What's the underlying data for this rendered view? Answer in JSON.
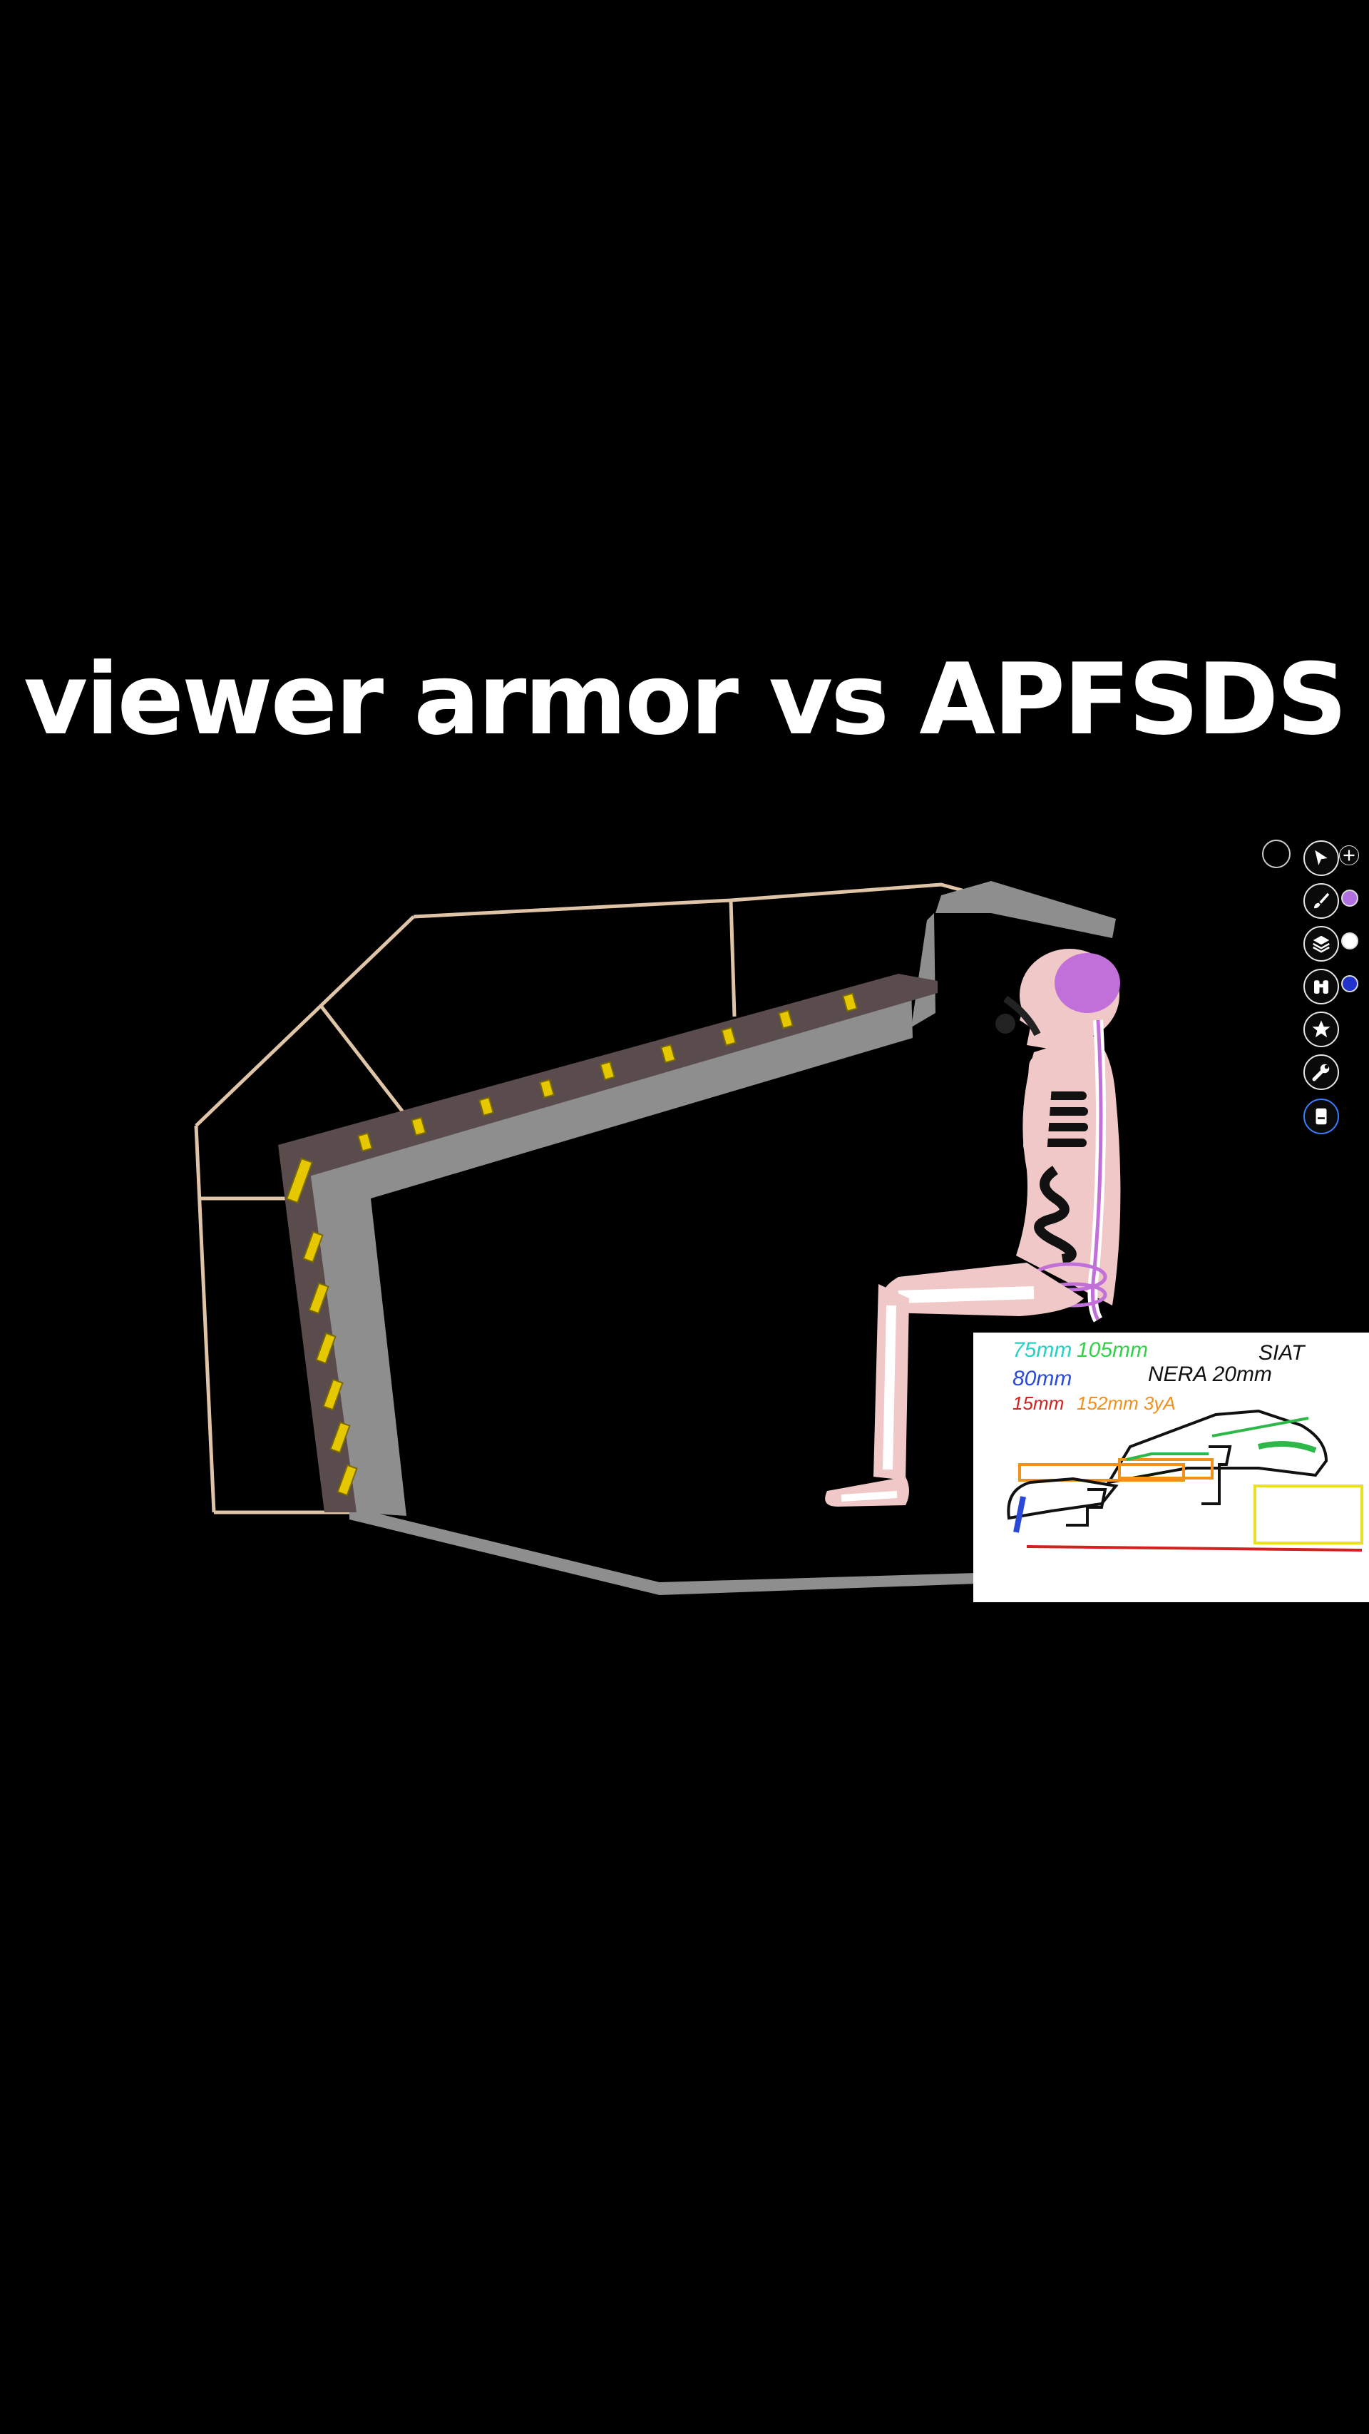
{
  "title": "viewer armor vs APFSDS",
  "colors": {
    "background": "#000000",
    "hull_outline": "#e0c4a8",
    "armor_plate": "#8e8e8e",
    "backing_plate": "#5a4c4c",
    "era_tiles": "#e6c800",
    "skin": "#f0c8c8",
    "nerve": "#c070d8",
    "bone": "#ffffff",
    "toolbar_active": "#3a7dff"
  },
  "toolbar": {
    "tools": [
      {
        "name": "select",
        "icon": "cursor-icon"
      },
      {
        "name": "brush",
        "icon": "brush-icon"
      },
      {
        "name": "layers",
        "icon": "layers-icon"
      },
      {
        "name": "view",
        "icon": "binoculars-icon"
      },
      {
        "name": "favorites",
        "icon": "star-icon"
      },
      {
        "name": "settings",
        "icon": "wrench-icon"
      },
      {
        "name": "notes",
        "icon": "notebook-icon",
        "active": true
      }
    ]
  },
  "legend": {
    "row1_a": "75mm",
    "row1_b": "105mm",
    "row2_a": "80mm",
    "row3_a": "15mm",
    "row3_b": "152mm 3yA",
    "nera": "NERA 20mm",
    "siat": "SIAT"
  }
}
